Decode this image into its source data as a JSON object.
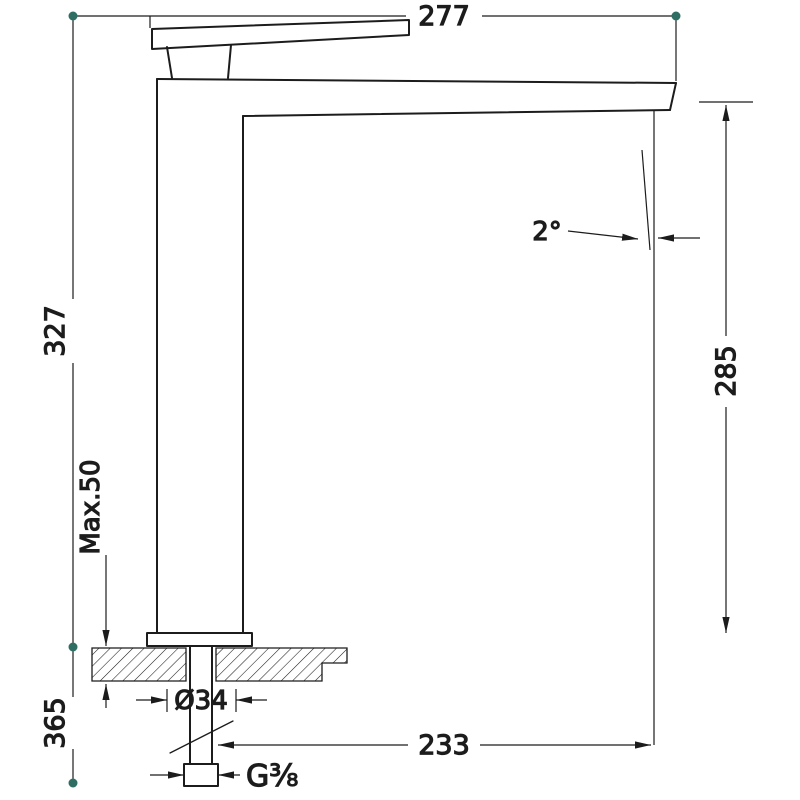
{
  "drawing": {
    "type": "faucet-installation-dimension-drawing",
    "labels": {
      "width_top": "277",
      "height_left": "327",
      "max_depth": "Max.50",
      "height_below": "365",
      "spout_height": "285",
      "reach": "233",
      "diameter": "Ø34",
      "thread": "G⅜",
      "angle": "2°"
    },
    "colors": {
      "ink": "#1c1c1c",
      "dot": "#2f6f63",
      "background": "#ffffff"
    }
  }
}
